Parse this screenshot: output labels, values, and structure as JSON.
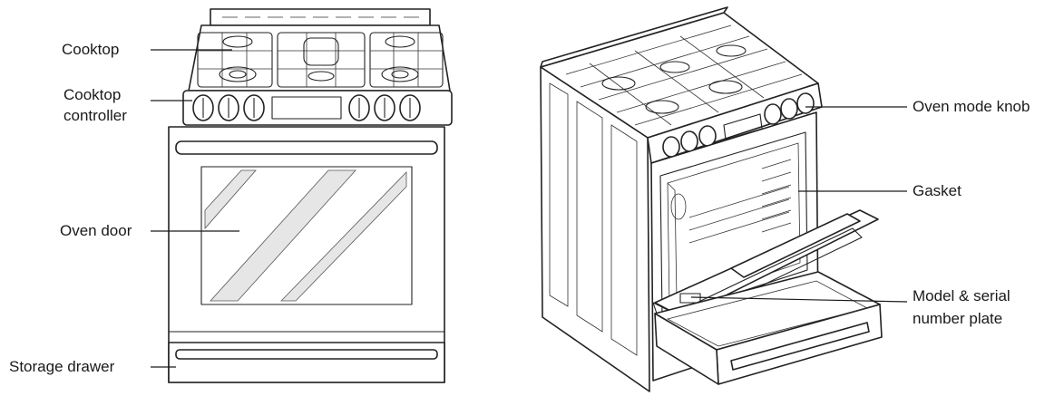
{
  "diagram": {
    "labels": {
      "cooktop": "Cooktop",
      "cooktop_controller_line1": "Cooktop",
      "cooktop_controller_line2": "controller",
      "oven_door": "Oven door",
      "storage_drawer": "Storage drawer",
      "oven_mode_knob": "Oven mode knob",
      "gasket": "Gasket",
      "model_plate_line1": "Model & serial",
      "model_plate_line2": "number plate"
    }
  }
}
